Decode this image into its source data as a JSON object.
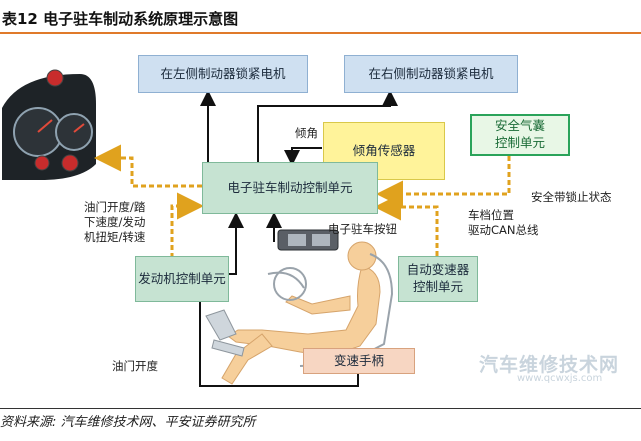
{
  "header": {
    "title": "表12 电子驻车制动系统原理示意图"
  },
  "diagram": {
    "boxes": {
      "left_motor": "在左侧制动器锁紧电机",
      "right_motor": "在右侧制动器锁紧电机",
      "tilt_sensor": "倾角传感器",
      "airbag_unit": "安全气囊\n控制单元",
      "epb_unit": "电子驻车制动控制单元",
      "engine_unit": "发动机控制单元",
      "trans_unit": "自动变速器\n控制单元",
      "shifter": "变速手柄"
    },
    "labels": {
      "tilt": "倾角",
      "throttle_info": "油门开度/踏\n下速度/发动\n机扭矩/转速",
      "seatbelt": "安全带锁止状态",
      "epb_button": "电子驻车按钮",
      "gear_can": "车档位置\n驱动CAN总线",
      "throttle": "油门开度"
    },
    "watermark": "汽车维修技术网",
    "watermark_url": "www.qcwxjs.com"
  },
  "footer": {
    "source": "资料来源: 汽车维修技术网、平安证券研究所"
  }
}
